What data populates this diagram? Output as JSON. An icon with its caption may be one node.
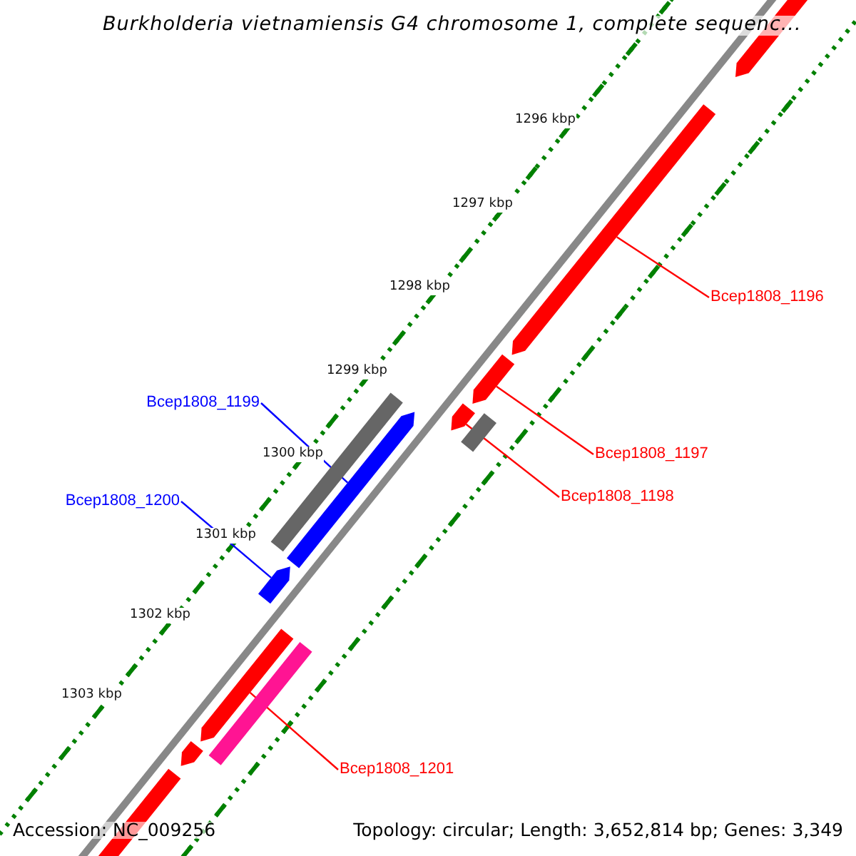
{
  "diagram": {
    "title": "Burkholderia vietnamiensis G4 chromosome 1, complete sequenc...",
    "nodes": [
      {
        "text": [
          "Bcep1808_1196"
        ]
      },
      {
        "text": [],
        "shape": "bar"
      },
      {
        "text": [
          "Bcep1808_1199"
        ]
      },
      {
        "text": [],
        "shape": "bar"
      },
      {
        "text": [
          "Bcep1808_1197"
        ]
      },
      {
        "text": [],
        "shape": "bar"
      },
      {
        "text": [
          "Bcep1808_1200"
        ]
      },
      {
        "text": [],
        "shape": "bar"
      },
      {
        "text": [
          "Bcep1808_1198"
        ]
      },
      {
        "text": [],
        "shape": "bar"
      },
      {
        "text": [
          "Bcep1808_1201"
        ]
      },
      {
        "text": [],
        "shape": "bar"
      },
      {
        "text": [],
        "shape": "bar"
      },
      {
        "text": [],
        "shape": "bar"
      },
      {
        "text": [],
        "shape": "bar"
      },
      {
        "text": [],
        "shape": "bar"
      },
      {
        "text": [],
        "shape": "bar"
      },
      {
        "text": [],
        "shape": "bar"
      }
    ],
    "edges": [
      {
        "from": 0,
        "to": 1,
        "arrow": "none"
      },
      {
        "from": 2,
        "to": 3,
        "arrow": "none",
        "color": "#0000ff"
      },
      {
        "from": 4,
        "to": 5,
        "arrow": "none"
      },
      {
        "from": 6,
        "to": 7,
        "arrow": "none",
        "color": "#0000ff"
      },
      {
        "from": 8,
        "to": 9,
        "arrow": "none"
      },
      {
        "from": 10,
        "to": 11,
        "arrow": "none"
      }
    ],
    "labels": [
      "1296 kbp",
      "1297 kbp",
      "1298 kbp",
      "1299 kbp",
      "1300 kbp",
      "1301 kbp",
      "1302 kbp",
      "1303 kbp",
      "Accession: NC_009256",
      "Topology: circular; Length: 3,652,814 bp; Genes: 3,349"
    ]
  }
}
